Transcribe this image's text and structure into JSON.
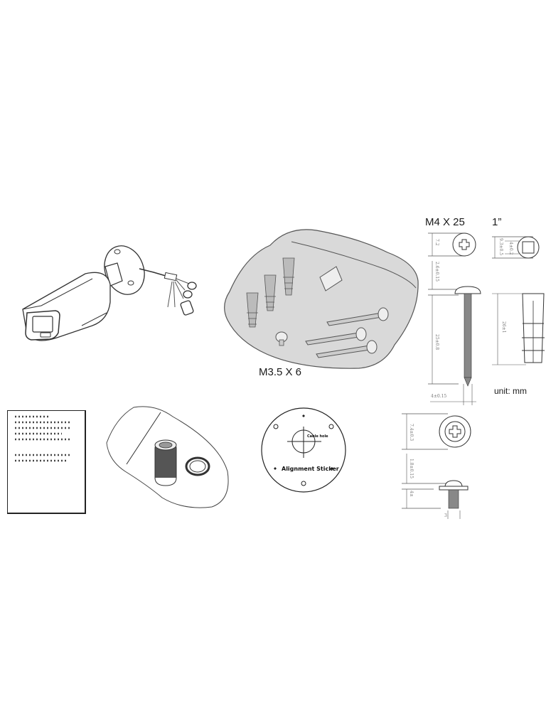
{
  "diagram": {
    "title": "",
    "items": [
      {
        "id": "camera",
        "name": "Bullet camera with mounting base and cable pigtails"
      },
      {
        "id": "screw-pack",
        "name": "Screw package",
        "label": "M3.5 X 6"
      },
      {
        "id": "quick-start-guide",
        "name": "Quick start guide"
      },
      {
        "id": "waterproof-pack",
        "name": "Waterproof connector and rubber ring"
      },
      {
        "id": "alignment-sticker",
        "name": "Alignment sticker",
        "label": "Alignment Sticker",
        "sublabel": "Cable hole"
      }
    ],
    "specs": {
      "screw_m4": {
        "label": "M4 X 25",
        "head_diameter": "7.2",
        "head_height": "2.6±0.15",
        "length": "25±0.8",
        "thread_diameter": "4±0.15"
      },
      "anchor": {
        "label": "1”",
        "outer_diameter": "9.3±0.5",
        "inner_diameter": "4±0.2",
        "length": "26±1"
      },
      "screw_m3": {
        "head_diameter": "7.4±0.3",
        "head_height": "1.8±0.15",
        "length": "4±",
        "thread_diameter": "3"
      },
      "unit": "unit: mm"
    },
    "colors": {
      "line": "#333333",
      "pack_fill": "#d9d9d9",
      "pack_stroke": "#555555",
      "dim_text": "#777777"
    }
  }
}
